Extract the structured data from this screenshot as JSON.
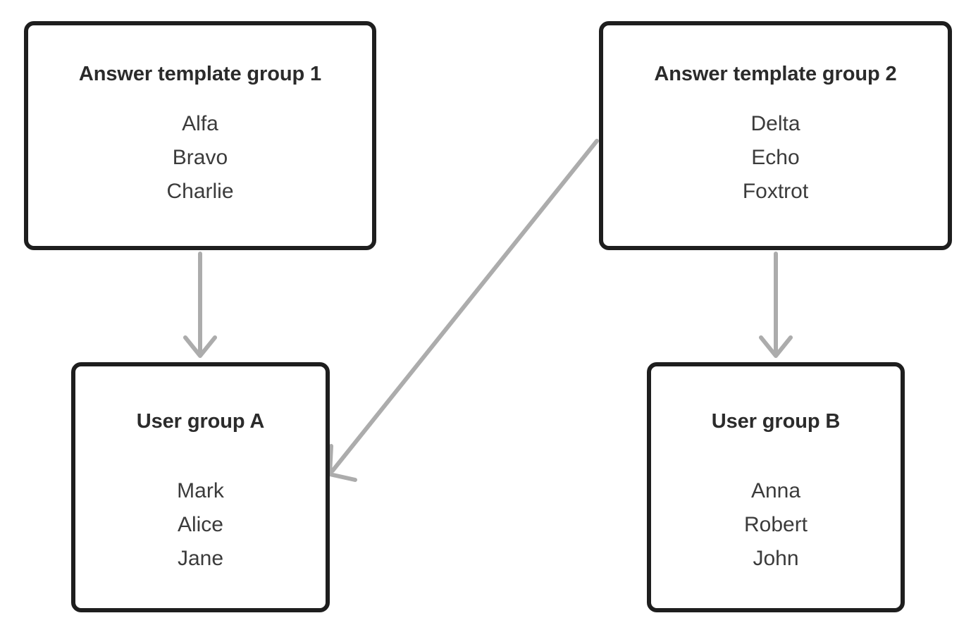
{
  "diagram": {
    "background_color": "#ffffff",
    "node_border_color": "#1e1e1e",
    "node_fill_color": "#ffffff",
    "title_color": "#2b2b2b",
    "item_color": "#3b3b3b",
    "edge_color": "#acacac",
    "nodes": [
      {
        "id": "answer-template-group-1",
        "title": "Answer template group 1",
        "items": [
          "Alfa",
          "Bravo",
          "Charlie"
        ]
      },
      {
        "id": "answer-template-group-2",
        "title": "Answer template group 2",
        "items": [
          "Delta",
          "Echo",
          "Foxtrot"
        ]
      },
      {
        "id": "user-group-a",
        "title": "User group A",
        "items": [
          "Mark",
          "Alice",
          "Jane"
        ]
      },
      {
        "id": "user-group-b",
        "title": "User group B",
        "items": [
          "Anna",
          "Robert",
          "John"
        ]
      }
    ],
    "edges": [
      {
        "id": "edge-group1-to-usergroup-a",
        "from": "answer-template-group-1",
        "to": "user-group-a",
        "style": "straight-vertical",
        "arrowhead": "open-v"
      },
      {
        "id": "edge-group2-to-usergroup-a",
        "from": "answer-template-group-2",
        "to": "user-group-a",
        "style": "diagonal",
        "arrowhead": "open-v"
      },
      {
        "id": "edge-group2-to-usergroup-b",
        "from": "answer-template-group-2",
        "to": "user-group-b",
        "style": "straight-vertical",
        "arrowhead": "open-v"
      }
    ]
  }
}
